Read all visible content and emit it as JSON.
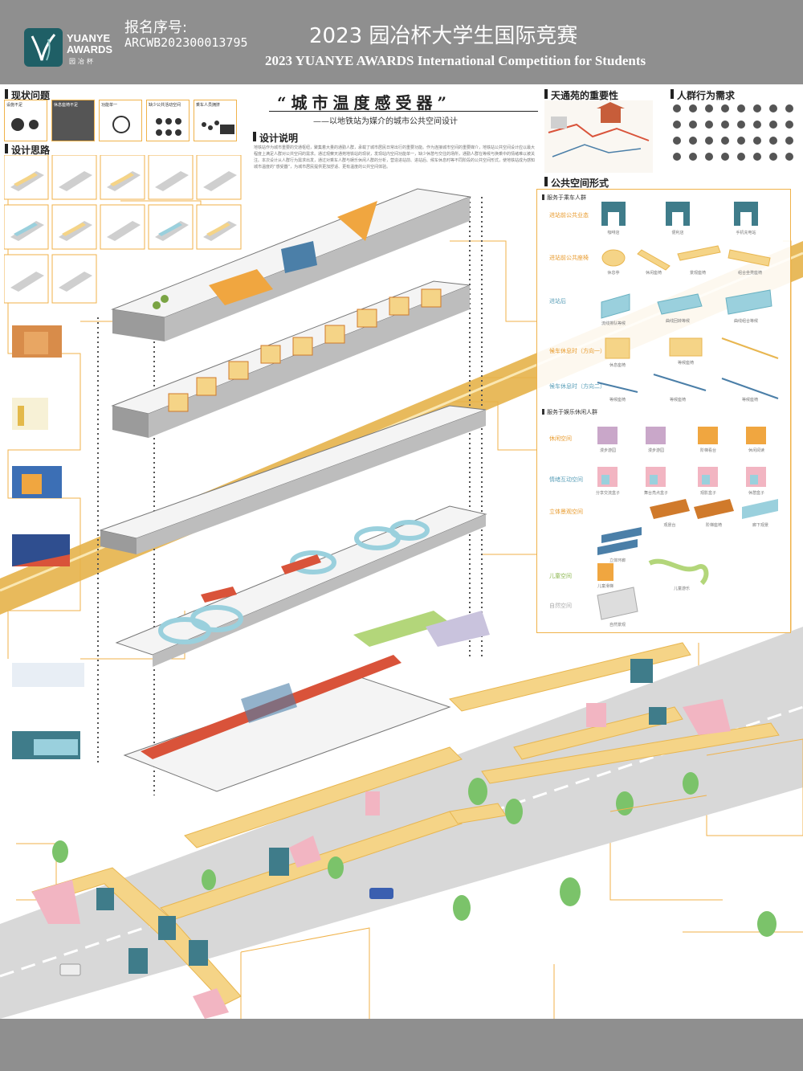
{
  "header": {
    "logo_line1": "YUANYE",
    "logo_line2": "AWARDS",
    "logo_line3": "园冶杯",
    "reg_label": "报名序号:",
    "reg_number": "ARCWB202300013795",
    "title_cn": "2023 园冶杯大学生国际竞赛",
    "title_en": "2023 YUANYE AWARDS International Competition for  Students"
  },
  "sections": {
    "current_issues": "现状问题",
    "design_ideas": "设计思路",
    "design_notes": "设计说明",
    "importance": "天通苑的重要性",
    "crowd_needs": "人群行为需求",
    "space_forms": "公共空间形式"
  },
  "poster_title": {
    "main": "“城市温度感受器”",
    "subtitle": "——以地铁站为媒介的城市公共空间设计"
  },
  "issue_cells": [
    "设施不足",
    "休息座椅不足",
    "功能单一",
    "缺少公共活动空间",
    "乘车人员拥挤"
  ],
  "description": "地铁站作为城市重要的交通枢纽，聚集着大量的通勤人群，承载了城市居民日常出行的重要功能。作为连接城市空间的重要媒介，地铁站公共空间设计应以最大程度上满足人群对公共空间的需求。通过观察天通苑地铁站的现状，发现站内空间功能单一，缺少休憩与交往的场所，通勤人群在等候与换乘中的情绪难以被关注。本次设计从人群行为需求出发，通过对乘车人群与娱乐休闲人群的分析，营造进站前、进站后、候车休息时等不同阶段的公共空间形式，使地铁站成为感知城市温度的“感受器”，为城市居民提供更加舒适、更有温度的公共空间体验。",
  "forms": {
    "group1": "服务于乘车人群",
    "group2": "服务于娱乐休闲人群",
    "categories": [
      {
        "name": "进站前公共业态",
        "color": "orange"
      },
      {
        "name": "进站前公共座椅",
        "color": "orange"
      },
      {
        "name": "进站后",
        "color": "blue"
      },
      {
        "name": "候车休息时（方向一）",
        "color": "orange"
      },
      {
        "name": "候车休息时（方向二）",
        "color": "blue"
      },
      {
        "name": "休闲空间",
        "color": "orange"
      },
      {
        "name": "情绪互动空间",
        "color": "blue"
      },
      {
        "name": "立体景观空间",
        "color": "orange"
      },
      {
        "name": "儿童空间",
        "color": "green"
      },
      {
        "name": "自然空间",
        "color": "gray"
      }
    ],
    "item_labels": [
      "咖啡店",
      "便利店",
      "手机充电站",
      "休息亭",
      "休闲座椅",
      "景观座椅",
      "组合坐凳座椅",
      "流线排队等候",
      "曲线回转等候",
      "曲线组合等候",
      "休息座椅",
      "等候座椅",
      "等候座椅",
      "等候座椅",
      "等候座椅",
      "漫步游园",
      "漫步游园",
      "阶梯看台",
      "休闲阅读",
      "分享交流盒子",
      "舞台亮点盒子",
      "观影盒子",
      "休憩盒子",
      "立体环廊",
      "观景台",
      "阶梯座椅",
      "廊下观景",
      "儿童滑梯",
      "儿童游乐",
      "自然景观"
    ]
  },
  "colors": {
    "header_gray": "#8f8f8f",
    "brand_teal": "#1f5f66",
    "accent_orange": "#f0b24a",
    "accent_yellow": "#f5d487",
    "accent_blue": "#9ad0dd",
    "accent_pink": "#f2b5c2",
    "accent_green": "#b3d67a",
    "accent_red": "#d9533a"
  }
}
